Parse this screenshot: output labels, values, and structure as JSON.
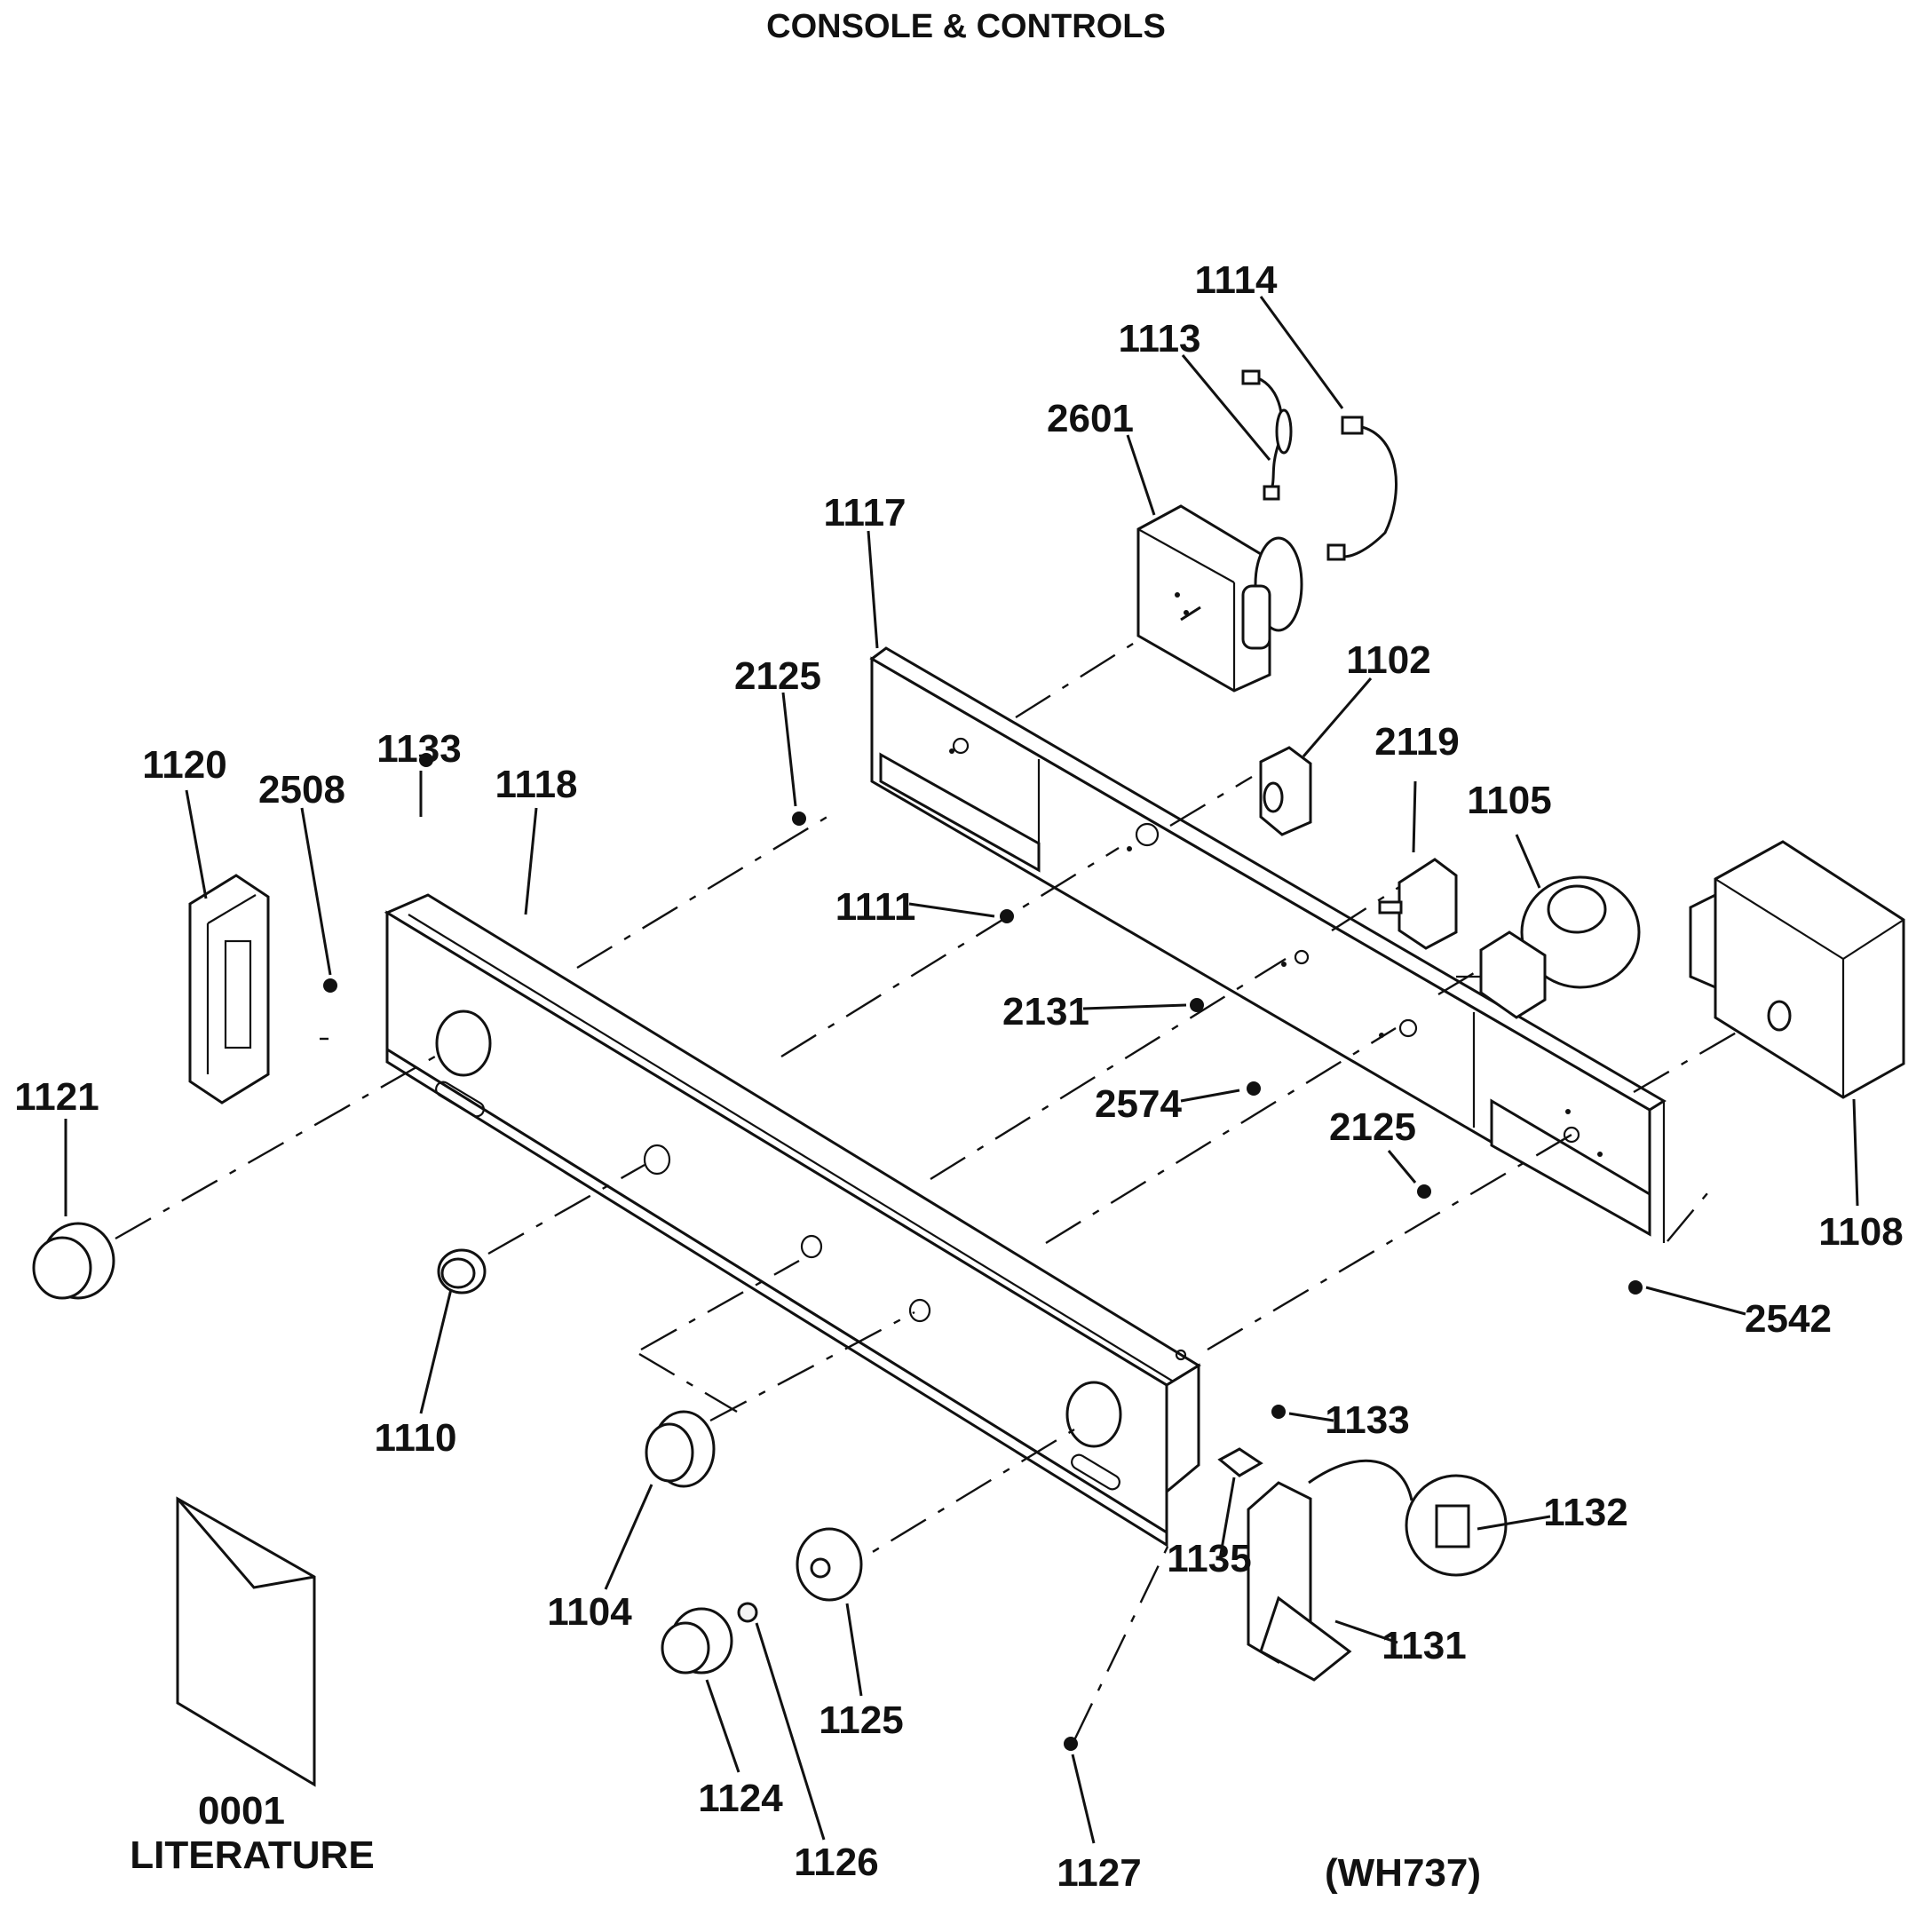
{
  "title": "CONSOLE & CONTROLS",
  "model_code": "(WH737)",
  "parts": [
    {
      "id": "1114",
      "label": "1114"
    },
    {
      "id": "1113",
      "label": "1113"
    },
    {
      "id": "2601",
      "label": "2601"
    },
    {
      "id": "1117",
      "label": "1117"
    },
    {
      "id": "2125a",
      "label": "2125"
    },
    {
      "id": "1102",
      "label": "1102"
    },
    {
      "id": "2119",
      "label": "2119"
    },
    {
      "id": "1105",
      "label": "1105"
    },
    {
      "id": "1120",
      "label": "1120"
    },
    {
      "id": "2508",
      "label": "2508"
    },
    {
      "id": "1133a",
      "label": "1133"
    },
    {
      "id": "1118",
      "label": "1118"
    },
    {
      "id": "1111",
      "label": "1111"
    },
    {
      "id": "2131",
      "label": "2131"
    },
    {
      "id": "2574",
      "label": "2574"
    },
    {
      "id": "2125b",
      "label": "2125"
    },
    {
      "id": "1108",
      "label": "1108"
    },
    {
      "id": "1121",
      "label": "1121"
    },
    {
      "id": "2542",
      "label": "2542"
    },
    {
      "id": "1110",
      "label": "1110"
    },
    {
      "id": "1133b",
      "label": "1133"
    },
    {
      "id": "1132",
      "label": "1132"
    },
    {
      "id": "1135",
      "label": "1135"
    },
    {
      "id": "1104",
      "label": "1104"
    },
    {
      "id": "1131",
      "label": "1131"
    },
    {
      "id": "1125",
      "label": "1125"
    },
    {
      "id": "1124",
      "label": "1124"
    },
    {
      "id": "1126",
      "label": "1126"
    },
    {
      "id": "1127",
      "label": "1127"
    },
    {
      "id": "0001",
      "label": "0001"
    }
  ],
  "literature_label": "LITERATURE"
}
